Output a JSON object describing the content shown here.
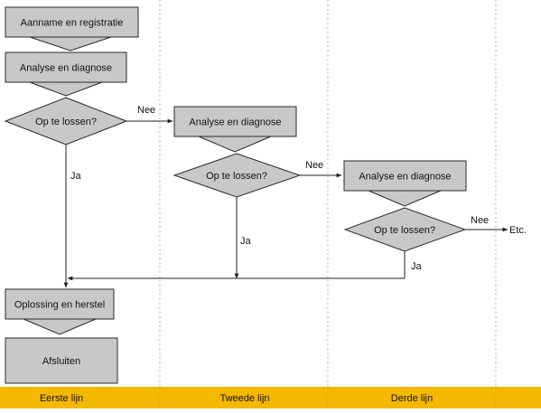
{
  "colors": {
    "box_fill": "#c8c8c8",
    "box_stroke": "#2a2a2a",
    "line": "#222222",
    "lane_divider": "#b0b0b0",
    "footer": "#f5b800"
  },
  "lanes": [
    "Eerste lijn",
    "Tweede lijn",
    "Derde lijn"
  ],
  "lane1": {
    "intake": "Aanname en registratie",
    "analysis": "Analyse en diagnose",
    "decision": "Op te lossen?",
    "yes": "Ja",
    "no": "Nee",
    "resolve": "Oplossing en herstel",
    "close": "Afsluiten"
  },
  "lane2": {
    "analysis": "Analyse en diagnose",
    "decision": "Op te lossen?",
    "yes": "Ja",
    "no": "Nee"
  },
  "lane3": {
    "analysis": "Analyse en diagnose",
    "decision": "Op te lossen?",
    "yes": "Ja",
    "no": "Nee",
    "etc": "Etc."
  }
}
